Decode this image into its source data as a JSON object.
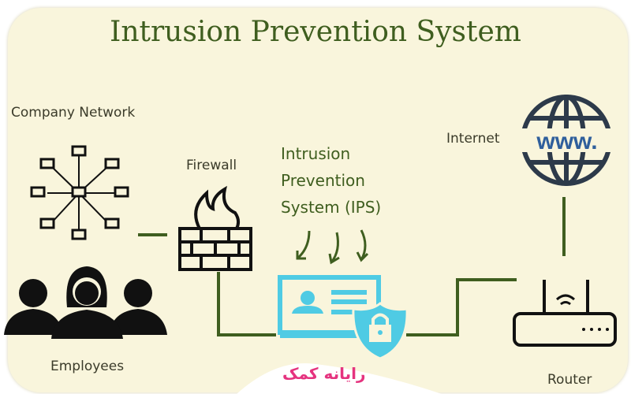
{
  "title": "Intrusion Prevention System",
  "labels": {
    "company_network": "Company Network",
    "firewall": "Firewall",
    "internet": "Internet",
    "ips_line1": "Intrusion",
    "ips_line2": "Prevention",
    "ips_line3": "System (IPS)",
    "employees": "Employees",
    "router": "Router",
    "www": "www."
  },
  "brand_logo": "رایانه کمک",
  "colors": {
    "background": "#f9f5dc",
    "accent": "#3f5e1f",
    "ips": "#4fcbe4",
    "logo": "#e5337f"
  }
}
